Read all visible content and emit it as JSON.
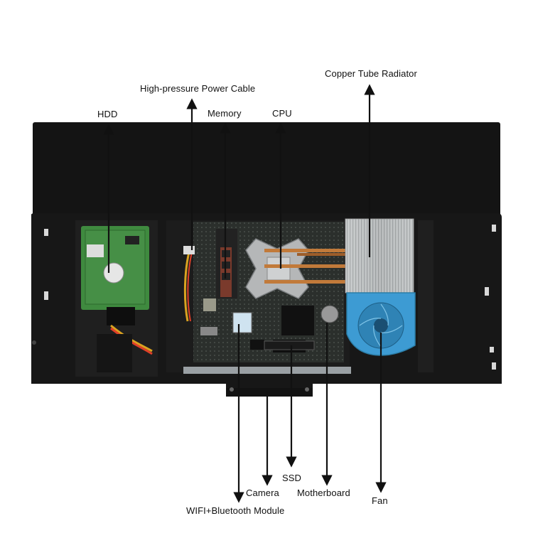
{
  "labels": {
    "hdd": "HDD",
    "power_cable": "High-pressure Power Cable",
    "memory": "Memory",
    "cpu": "CPU",
    "radiator": "Copper Tube Radiator",
    "ssd": "SSD",
    "camera": "Camera",
    "motherboard": "Motherboard",
    "fan": "Fan",
    "wifi": "WIFI+Bluetooth Module"
  },
  "colors": {
    "chassis": "#151515",
    "board": "#2a2d2a",
    "hdd_pcb": "#3f8a3f",
    "heatsink": "#b9bcbd",
    "fan": "#3d9bd3",
    "copper": "#c17a3a",
    "memory": "#7a3a2c",
    "rail": "#9aa0a4",
    "arrow": "#111111"
  },
  "icons": [
    "hdd-icon",
    "cpu-cooler-icon",
    "fan-icon",
    "radiator-icon",
    "memory-icon",
    "ssd-icon"
  ]
}
